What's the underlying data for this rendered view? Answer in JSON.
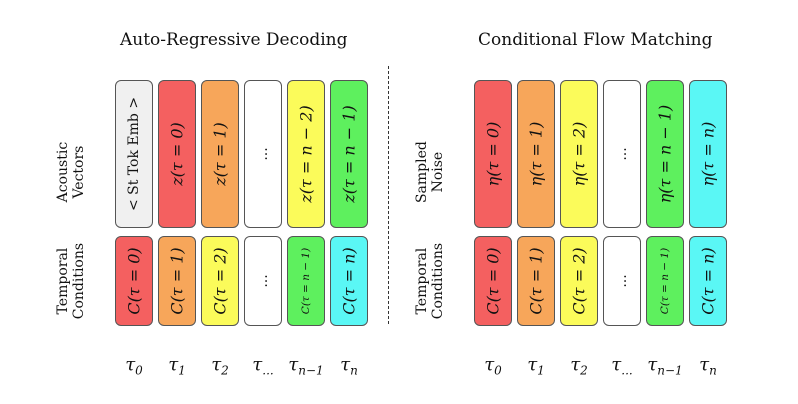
{
  "titles": {
    "left": "Auto-Regressive Decoding",
    "right": "Conditional Flow Matching"
  },
  "row_labels": {
    "left_top": [
      "Acoustic",
      "Vectors"
    ],
    "left_bottom": [
      "Temporal",
      "Conditions"
    ],
    "right_top": [
      "Sampled",
      "Noise"
    ],
    "right_bottom": [
      "Temporal",
      "Conditions"
    ]
  },
  "colors": {
    "gray": "#f0f0f0",
    "red": "#f46060",
    "orange": "#f7a65a",
    "yellow": "#fbfb5a",
    "white": "#ffffff",
    "green": "#5ef05e",
    "cyan": "#5af7f5"
  },
  "left_top_boxes": [
    {
      "label": "< St Tok Emb >",
      "color": "gray",
      "style": "plain"
    },
    {
      "label": "z(τ = 0)",
      "color": "red",
      "style": "latex"
    },
    {
      "label": "z(τ = 1)",
      "color": "orange",
      "style": "latex"
    },
    {
      "label": "...",
      "color": "white",
      "style": "dots"
    },
    {
      "label": "z(τ = n − 2)",
      "color": "yellow",
      "style": "latex"
    },
    {
      "label": "z(τ = n − 1)",
      "color": "green",
      "style": "latex"
    }
  ],
  "left_bottom_boxes": [
    {
      "label": "C(τ = 0)",
      "color": "red",
      "style": "latex"
    },
    {
      "label": "C(τ = 1)",
      "color": "orange",
      "style": "latex"
    },
    {
      "label": "C(τ = 2)",
      "color": "yellow",
      "style": "latex"
    },
    {
      "label": "...",
      "color": "white",
      "style": "dots"
    },
    {
      "label": "C(τ = n − 1)",
      "color": "green",
      "style": "small"
    },
    {
      "label": "C(τ = n)",
      "color": "cyan",
      "style": "latex"
    }
  ],
  "right_top_boxes": [
    {
      "label": "η(τ = 0)",
      "color": "red",
      "style": "latex"
    },
    {
      "label": "η(τ = 1)",
      "color": "orange",
      "style": "latex"
    },
    {
      "label": "η(τ = 2)",
      "color": "yellow",
      "style": "latex"
    },
    {
      "label": "...",
      "color": "white",
      "style": "dots"
    },
    {
      "label": "η(τ = n − 1)",
      "color": "green",
      "style": "latex"
    },
    {
      "label": "η(τ = n)",
      "color": "cyan",
      "style": "latex"
    }
  ],
  "right_bottom_boxes": [
    {
      "label": "C(τ = 0)",
      "color": "red",
      "style": "latex"
    },
    {
      "label": "C(τ = 1)",
      "color": "orange",
      "style": "latex"
    },
    {
      "label": "C(τ = 2)",
      "color": "yellow",
      "style": "latex"
    },
    {
      "label": "...",
      "color": "white",
      "style": "dots"
    },
    {
      "label": "C(τ = n − 1)",
      "color": "green",
      "style": "small"
    },
    {
      "label": "C(τ = n)",
      "color": "cyan",
      "style": "latex"
    }
  ],
  "ticks": [
    {
      "base": "τ",
      "sub": "0"
    },
    {
      "base": "τ",
      "sub": "1"
    },
    {
      "base": "τ",
      "sub": "2"
    },
    {
      "base": "τ",
      "sub": "..."
    },
    {
      "base": "τ",
      "sub": "n−1"
    },
    {
      "base": "τ",
      "sub": "n"
    }
  ]
}
